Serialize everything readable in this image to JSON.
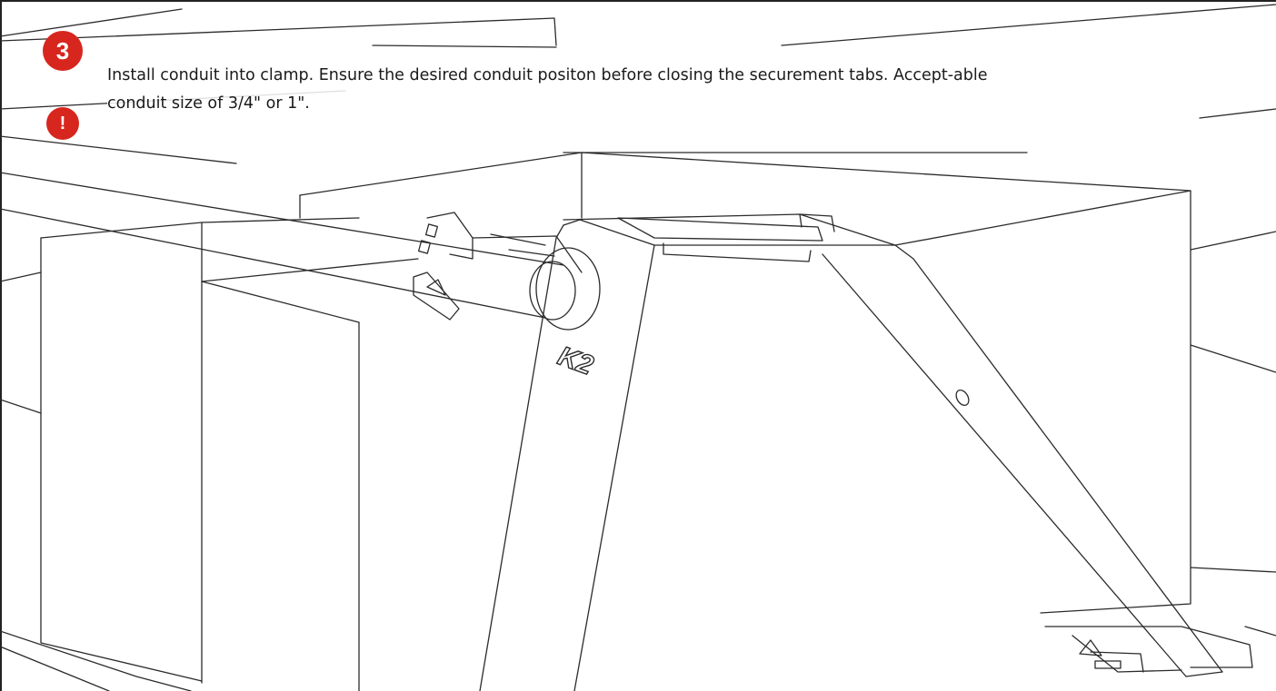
{
  "step": {
    "number": "3",
    "badge_color": "#d7261e"
  },
  "warning": {
    "symbol": "!",
    "badge_color": "#d7261e",
    "icon": "warning-icon"
  },
  "instruction": {
    "text": "Install conduit into clamp. Ensure the desired conduit positon before closing the securement tabs. Accept-able conduit size of 3/4\" or 1\"."
  },
  "illustration": {
    "brand_mark": "K2"
  }
}
